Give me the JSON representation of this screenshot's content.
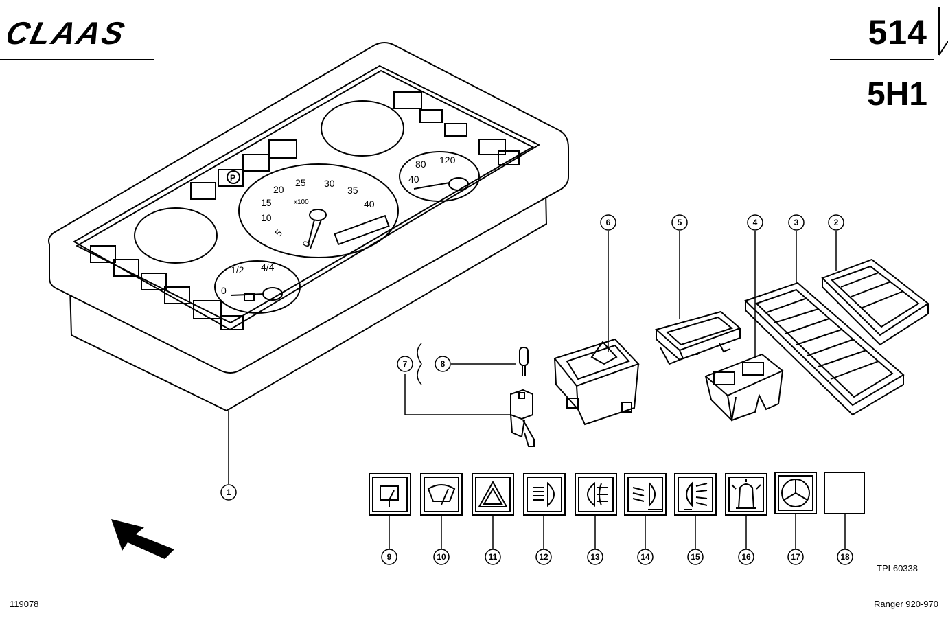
{
  "header": {
    "brand": "CLAAS",
    "page_number": "514",
    "group_code": "5H1"
  },
  "footer": {
    "ref_left": "119078",
    "ref_right": "Ranger 920-970",
    "drawing_code": "TPL60338"
  },
  "dashboard": {
    "tacho_scale": [
      "0",
      "5",
      "10",
      "15",
      "20",
      "25",
      "30",
      "35",
      "40"
    ],
    "tacho_unit": "x100",
    "speed_scale": [
      "40",
      "80",
      "120"
    ],
    "fuel_scale": [
      "0",
      "1/2",
      "4/4"
    ],
    "parking_symbol": "P"
  },
  "callouts": [
    "1",
    "2",
    "3",
    "4",
    "5",
    "6",
    "7",
    "8",
    "9",
    "10",
    "11",
    "12",
    "13",
    "14",
    "15",
    "16",
    "17",
    "18"
  ],
  "symbol_tiles": [
    {
      "callout": "9",
      "icon": "rear-wiper-icon"
    },
    {
      "callout": "10",
      "icon": "front-wiper-icon"
    },
    {
      "callout": "11",
      "icon": "hazard-triangle-icon"
    },
    {
      "callout": "12",
      "icon": "headlight-icon"
    },
    {
      "callout": "13",
      "icon": "fog-light-icon"
    },
    {
      "callout": "14",
      "icon": "low-beam-icon"
    },
    {
      "callout": "15",
      "icon": "work-light-icon"
    },
    {
      "callout": "16",
      "icon": "beacon-icon"
    },
    {
      "callout": "17",
      "icon": "steering-wheel-icon"
    },
    {
      "callout": "18",
      "icon": "blank-tile-icon"
    }
  ]
}
